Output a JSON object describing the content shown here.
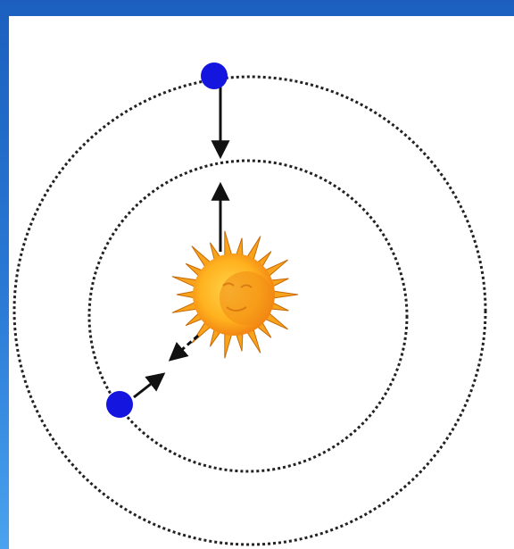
{
  "diagram": {
    "background_color": "#2a7ad6",
    "panel_color": "#ffffff",
    "orbit_color": "#222222",
    "arrow_color": "#111111",
    "planet_color": "#1515e0",
    "star_colors": {
      "rays": "#f7a31c",
      "body": "#ffb21f",
      "shade": "#f07a10"
    },
    "elements": [
      {
        "kind": "orbit",
        "name": "outer-orbit"
      },
      {
        "kind": "orbit",
        "name": "inner-orbit"
      },
      {
        "kind": "star",
        "name": "sun-icon"
      },
      {
        "kind": "planet",
        "name": "planet-outer-top"
      },
      {
        "kind": "planet",
        "name": "planet-inner-left"
      }
    ]
  }
}
